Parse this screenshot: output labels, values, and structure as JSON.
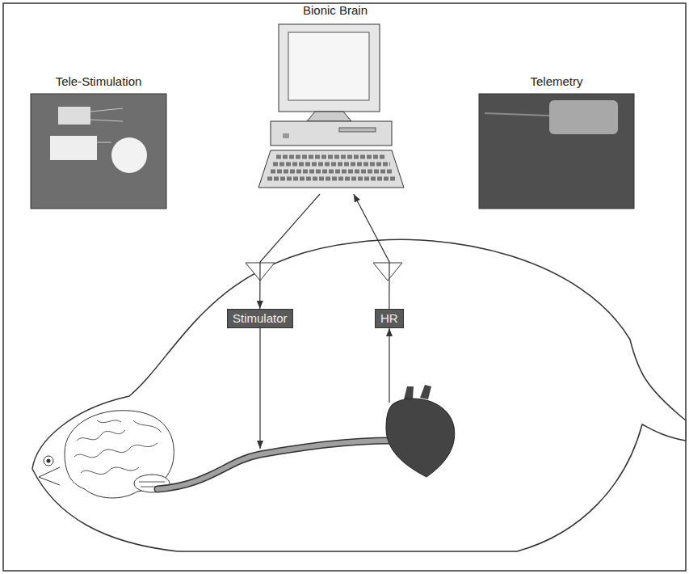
{
  "diagram": {
    "nodes": [
      {
        "text": [
          "Bionic Brain"
        ]
      },
      {
        "text": [
          "Tele-Stimulation"
        ]
      },
      {
        "text": [
          "Telemetry"
        ]
      },
      {
        "text": [
          "Stimulator"
        ]
      },
      {
        "text": [
          "HR"
        ]
      }
    ],
    "edges": [
      {
        "from": 0,
        "to": 3,
        "arrow": "to"
      },
      {
        "from": 4,
        "to": 0,
        "arrow": "to"
      }
    ]
  }
}
